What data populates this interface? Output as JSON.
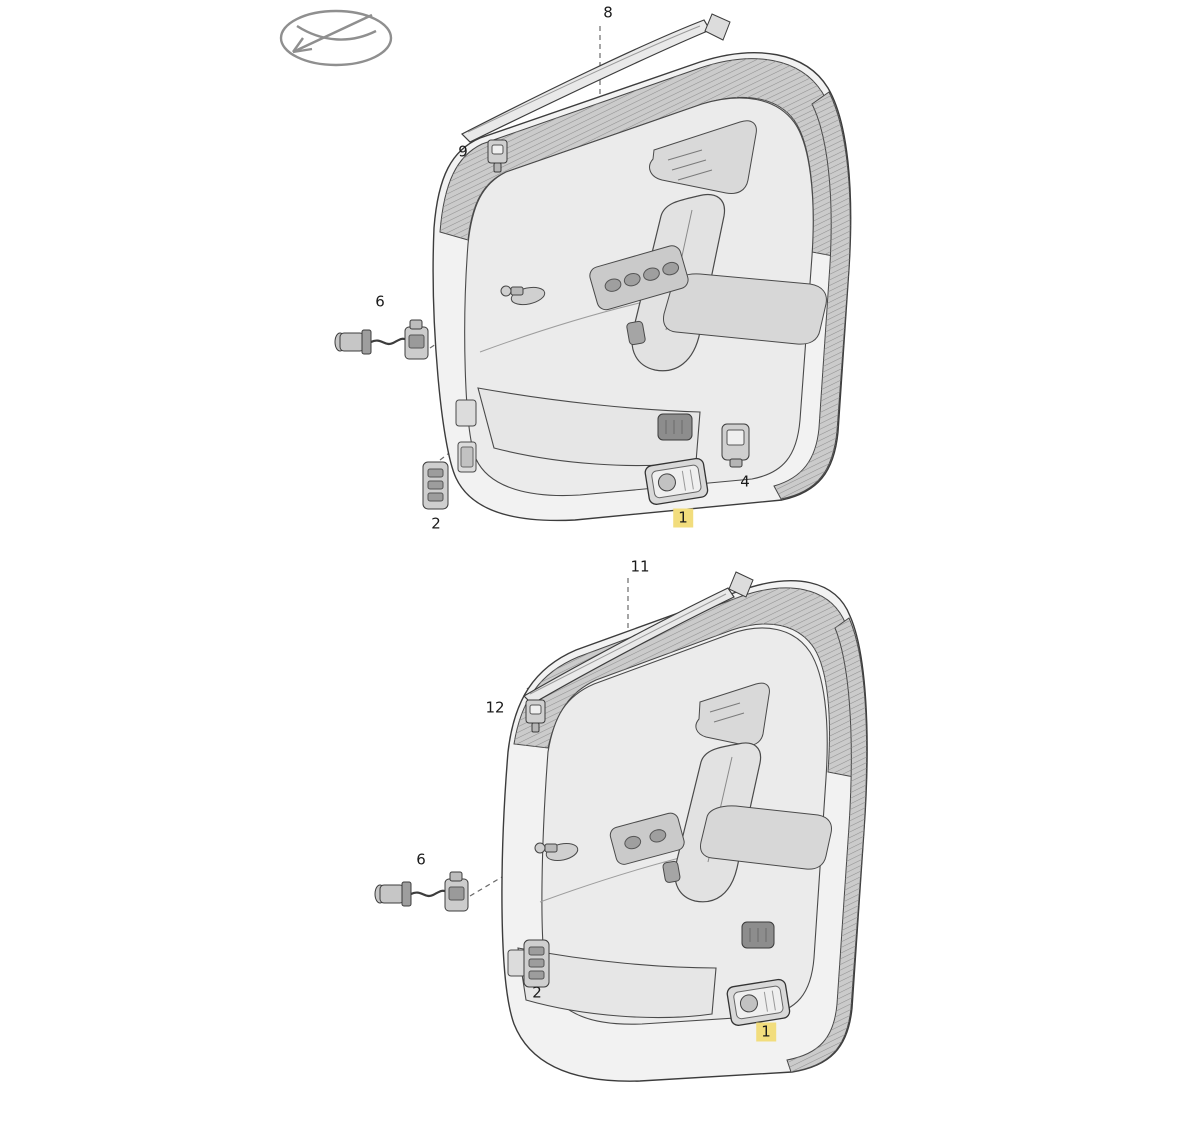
{
  "page": {
    "background": "#ffffff",
    "description_tag": "door-panel-parts-diagram"
  },
  "colors": {
    "highlight": "#f2dd7d",
    "line": "#3c3c3c",
    "leader": "#6a6a6a"
  },
  "diagram_top": {
    "name": "front-door-panel",
    "callouts": [
      {
        "label": "8",
        "highlighted": false
      },
      {
        "label": "9",
        "highlighted": false
      },
      {
        "label": "6",
        "highlighted": false
      },
      {
        "label": "2",
        "highlighted": false
      },
      {
        "label": "1",
        "highlighted": true
      },
      {
        "label": "4",
        "highlighted": false
      }
    ]
  },
  "diagram_bottom": {
    "name": "rear-door-panel",
    "callouts": [
      {
        "label": "11",
        "highlighted": false
      },
      {
        "label": "12",
        "highlighted": false
      },
      {
        "label": "6",
        "highlighted": false
      },
      {
        "label": "2",
        "highlighted": false
      },
      {
        "label": "1",
        "highlighted": true
      }
    ]
  }
}
